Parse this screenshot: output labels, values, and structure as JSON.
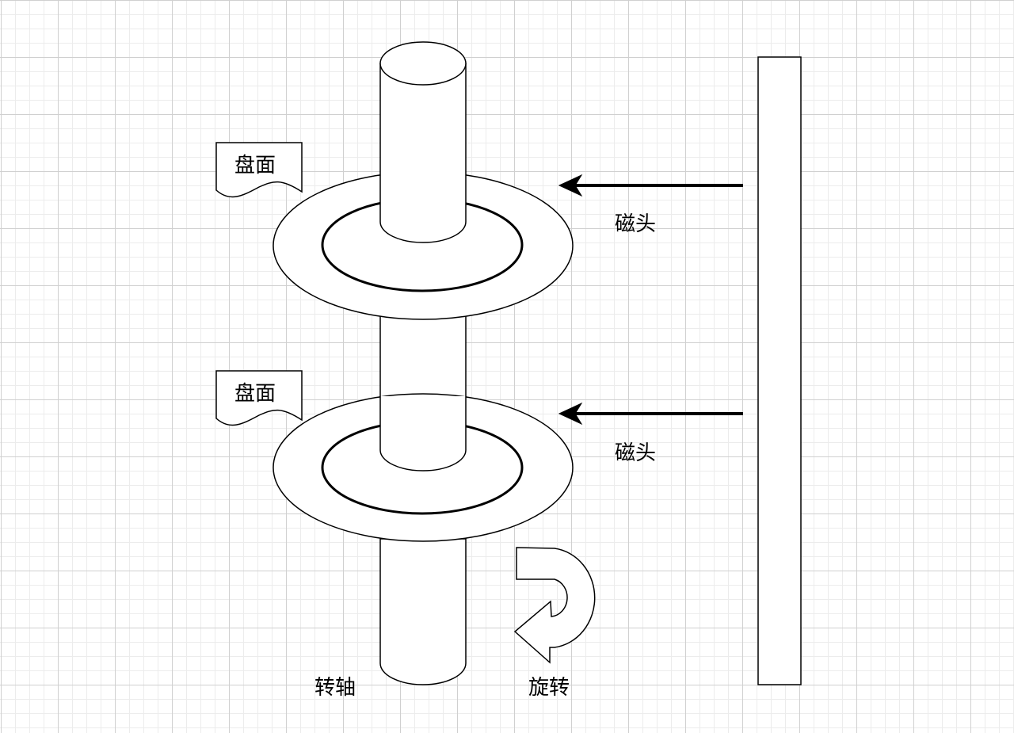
{
  "labels": {
    "platter_top": "盘面",
    "platter_bottom": "盘面",
    "head_top": "磁头",
    "head_bottom": "磁头",
    "spindle": "转轴",
    "rotation": "旋转"
  },
  "colors": {
    "stroke": "#000000",
    "fill": "#ffffff"
  }
}
